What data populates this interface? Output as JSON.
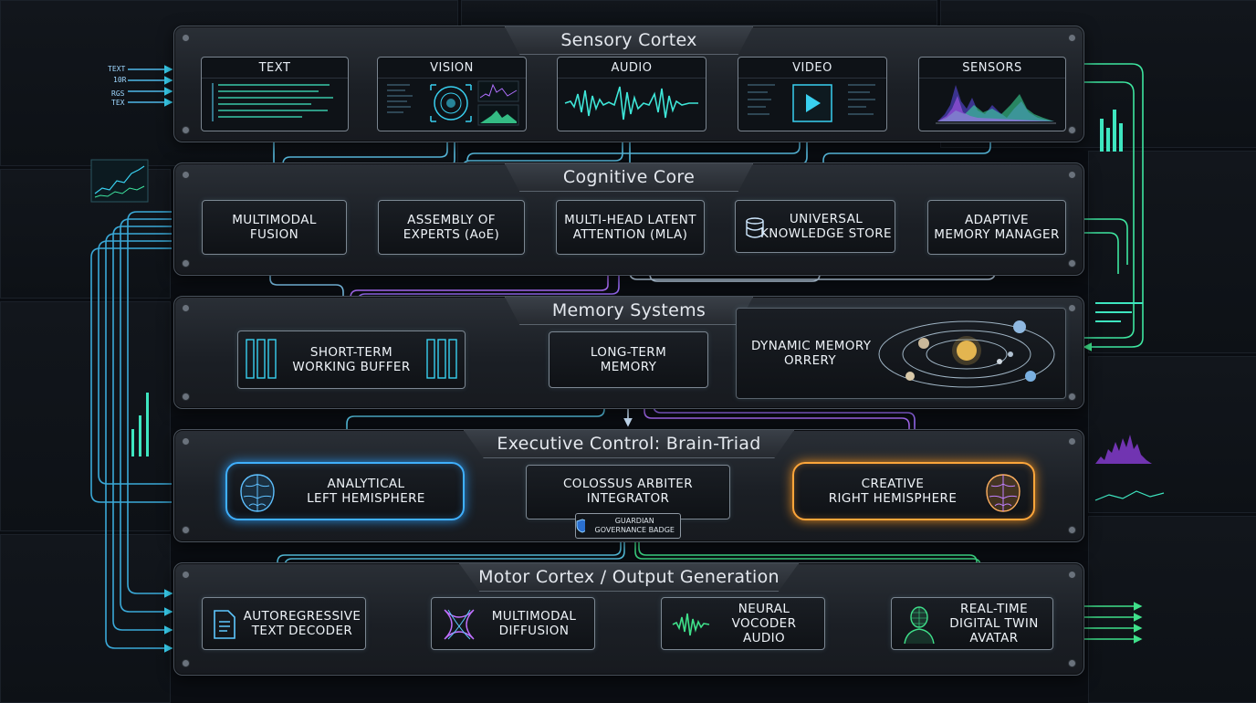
{
  "sections": {
    "sensory": {
      "title": "Sensory Cortex"
    },
    "cognitive": {
      "title": "Cognitive Core"
    },
    "memory": {
      "title": "Memory Systems"
    },
    "executive": {
      "title": "Executive Control: Brain-Triad"
    },
    "motor": {
      "title": "Motor Cortex / Output Generation"
    }
  },
  "sensory_inputs": [
    "TEXT",
    "VISION",
    "AUDIO",
    "VIDEO",
    "SENSORS"
  ],
  "left_input_labels": [
    "TEXT",
    "10R",
    "RGS",
    "TEX"
  ],
  "cognitive_modules": {
    "fusion": [
      "MULTIMODAL",
      "FUSION"
    ],
    "aoe": [
      "ASSEMBLY OF",
      "EXPERTS (AoE)"
    ],
    "mla": [
      "MULTI-HEAD LATENT",
      "ATTENTION (MLA)"
    ],
    "uks": [
      "UNIVERSAL",
      "KNOWLEDGE STORE"
    ],
    "amm": [
      "ADAPTIVE",
      "MEMORY MANAGER"
    ]
  },
  "memory_modules": {
    "stwb": [
      "SHORT-TERM",
      "WORKING BUFFER"
    ],
    "ltm": [
      "LONG-TERM",
      "MEMORY"
    ],
    "orrery": [
      "DYNAMIC MEMORY",
      "ORRERY"
    ]
  },
  "executive_modules": {
    "left": [
      "ANALYTICAL",
      "LEFT HEMISPHERE"
    ],
    "arbiter": [
      "COLOSSUS ARBITER",
      "INTEGRATOR"
    ],
    "right": [
      "CREATIVE",
      "RIGHT HEMISPHERE"
    ],
    "badge": [
      "GUARDIAN",
      "GOVERNANCE BADGE"
    ]
  },
  "motor_modules": {
    "text": [
      "AUTOREGRESSIVE",
      "TEXT DECODER"
    ],
    "diffusion": [
      "MULTIMODAL",
      "DIFFUSION"
    ],
    "vocoder": [
      "NEURAL",
      "VOCODER",
      "AUDIO"
    ],
    "avatar": [
      "REAL-TIME",
      "DIGITAL TWIN",
      "AVATAR"
    ]
  },
  "colors": {
    "cyan": "#39d0f0",
    "teal": "#3ee6c0",
    "green": "#3fe08a",
    "purple": "#b070ff",
    "blue": "#3fb0ff",
    "orange": "#ffa63a"
  },
  "icons": {
    "uks": "database-icon",
    "left": "brain-icon",
    "right": "brain-icon",
    "badge": "shield-icon",
    "text": "document-icon",
    "diffusion": "diffusion-icon",
    "vocoder": "waveform-icon",
    "avatar": "avatar-head-icon",
    "video": "play-icon"
  }
}
